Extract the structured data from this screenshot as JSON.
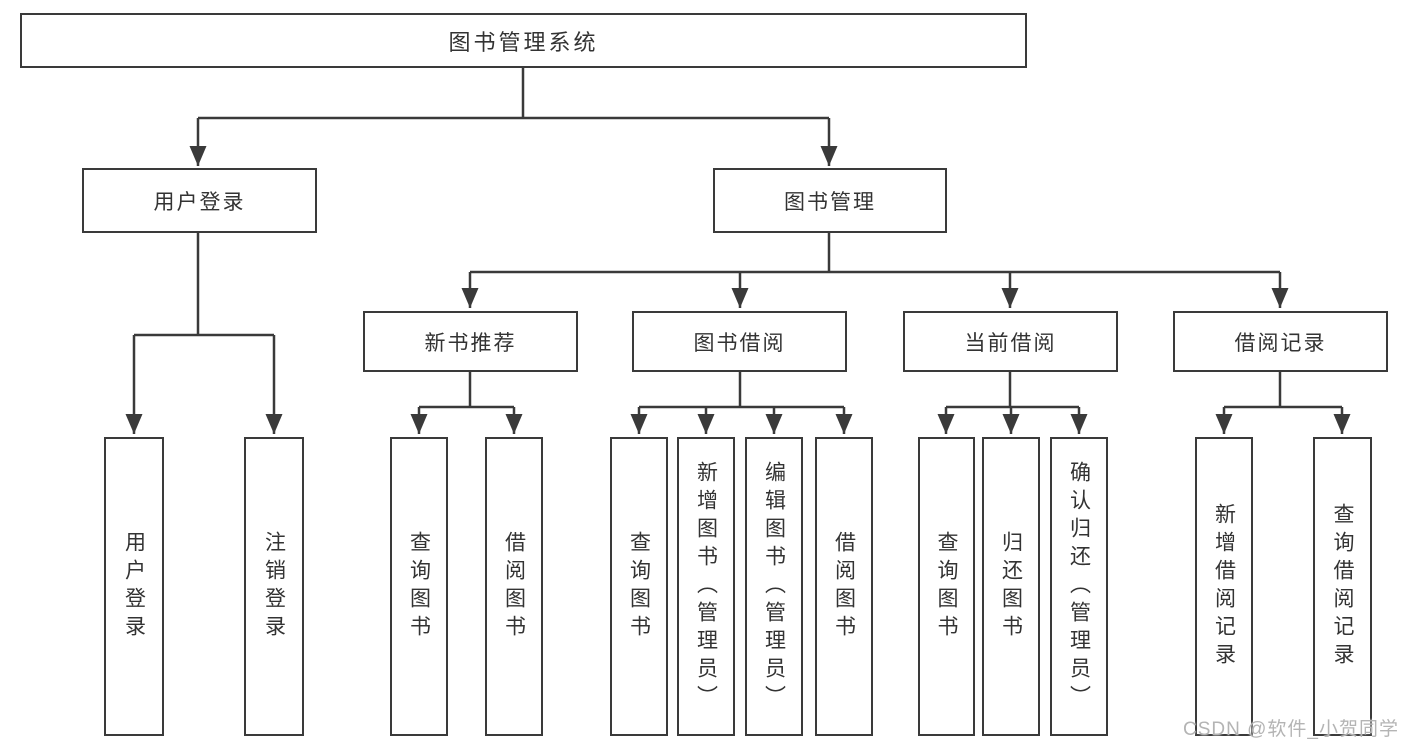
{
  "diagram": {
    "type": "hierarchy-tree",
    "root": {
      "label": "图书管理系统"
    },
    "branches": [
      {
        "label": "用户登录",
        "children": [
          {
            "label": "用户登录"
          },
          {
            "label": "注销登录"
          }
        ]
      },
      {
        "label": "图书管理",
        "children": [
          {
            "label": "新书推荐",
            "children": [
              {
                "label": "查询图书"
              },
              {
                "label": "借阅图书"
              }
            ]
          },
          {
            "label": "图书借阅",
            "children": [
              {
                "label": "查询图书"
              },
              {
                "label": "新增图书（管理员）"
              },
              {
                "label": "编辑图书（管理员）"
              },
              {
                "label": "借阅图书"
              }
            ]
          },
          {
            "label": "当前借阅",
            "children": [
              {
                "label": "查询图书"
              },
              {
                "label": "归还图书"
              },
              {
                "label": "确认归还（管理员）"
              }
            ]
          },
          {
            "label": "借阅记录",
            "children": [
              {
                "label": "新增借阅记录"
              },
              {
                "label": "查询借阅记录"
              }
            ]
          }
        ]
      }
    ],
    "watermark": "CSDN @软件_小贺同学"
  },
  "colors": {
    "line": "#3a3a3a",
    "text": "#333333",
    "watermark": "#b4b4b4",
    "bg": "#ffffff"
  }
}
